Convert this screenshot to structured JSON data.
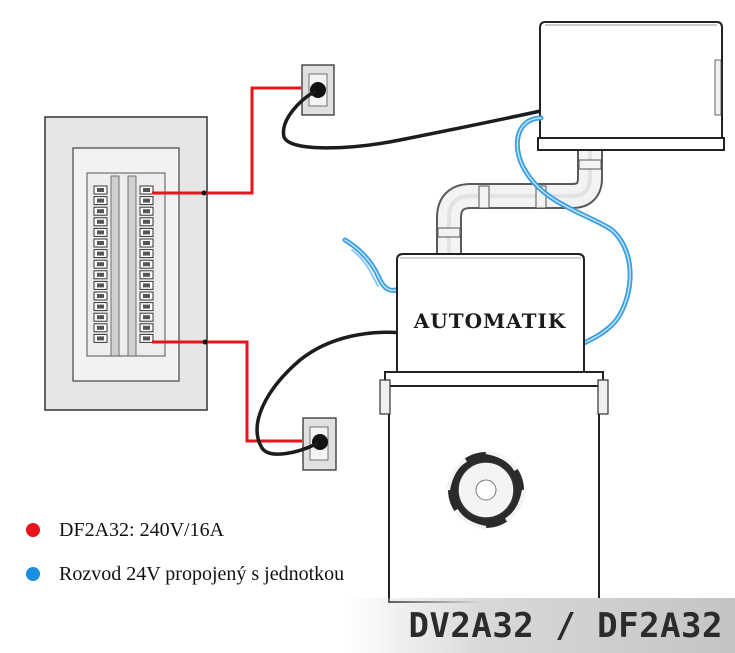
{
  "brand": {
    "logo_text": "AUTOMATIK"
  },
  "legend": {
    "items": [
      {
        "label": "DF2A32: 240V/16A",
        "color": "#e8141c"
      },
      {
        "label": "Rozvod 24V propojený s jednotkou",
        "color": "#1a8fe0"
      }
    ]
  },
  "model": {
    "label": "DV2A32 / DF2A32"
  },
  "colors": {
    "power_wire": "#e8141c",
    "low_voltage_wire": "#3a9ee0",
    "cord": "#1c1c1c",
    "outline": "#222222"
  }
}
